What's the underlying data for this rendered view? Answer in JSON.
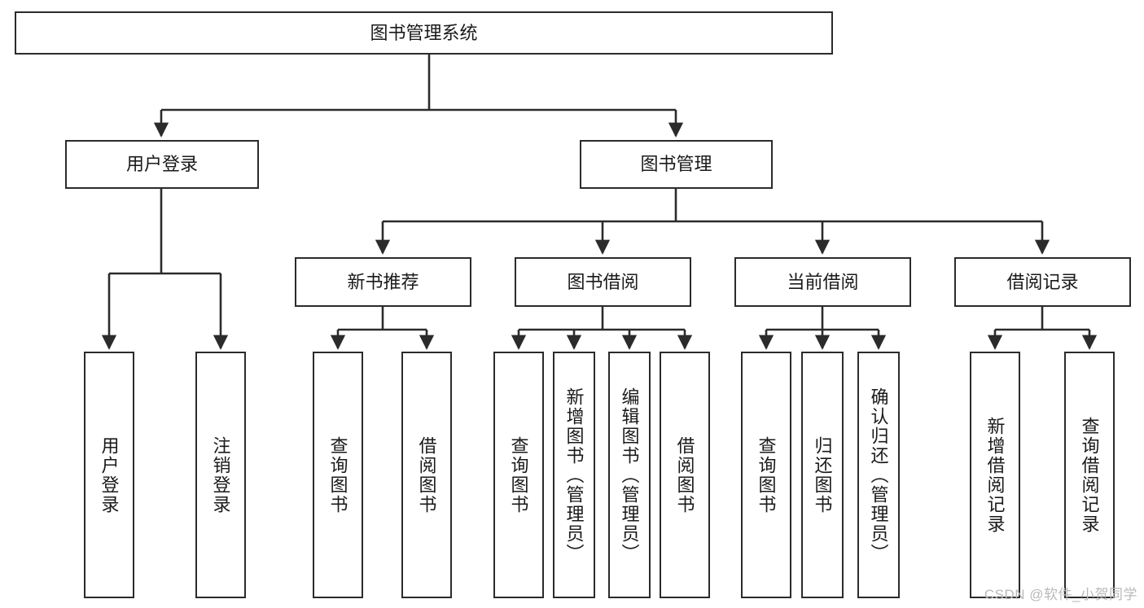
{
  "diagram": {
    "title": "图书管理系统",
    "type": "tree",
    "watermark": "CSDN @软件_小贺同学",
    "colors": {
      "stroke": "#2b2b2b",
      "fill": "#ffffff",
      "text": "#1a1a1a",
      "watermark": "#b9b9b9"
    },
    "nodes": {
      "root": {
        "label": "图书管理系统"
      },
      "level1": [
        {
          "id": "user-login",
          "label": "用户登录"
        },
        {
          "id": "book-manage",
          "label": "图书管理"
        }
      ],
      "level2": [
        {
          "id": "new-book-rec",
          "label": "新书推荐"
        },
        {
          "id": "book-borrow",
          "label": "图书借阅"
        },
        {
          "id": "current-borrow",
          "label": "当前借阅"
        },
        {
          "id": "borrow-record",
          "label": "借阅记录"
        }
      ],
      "leaves": {
        "user-login": [
          {
            "id": "leaf-user-login",
            "label": "用户登录"
          },
          {
            "id": "leaf-logout",
            "label": "注销登录"
          }
        ],
        "new-book-rec": [
          {
            "id": "leaf-query-book-1",
            "label": "查询图书"
          },
          {
            "id": "leaf-borrow-book-1",
            "label": "借阅图书"
          }
        ],
        "book-borrow": [
          {
            "id": "leaf-query-book-2",
            "label": "查询图书"
          },
          {
            "id": "leaf-add-book",
            "label": "新增图书（管理员）"
          },
          {
            "id": "leaf-edit-book",
            "label": "编辑图书（管理员）"
          },
          {
            "id": "leaf-borrow-book-2",
            "label": "借阅图书"
          }
        ],
        "current-borrow": [
          {
            "id": "leaf-query-book-3",
            "label": "查询图书"
          },
          {
            "id": "leaf-return-book",
            "label": "归还图书"
          },
          {
            "id": "leaf-confirm-return",
            "label": "确认归还（管理员）"
          }
        ],
        "borrow-record": [
          {
            "id": "leaf-add-record",
            "label": "新增借阅记录"
          },
          {
            "id": "leaf-query-record",
            "label": "查询借阅记录"
          }
        ]
      }
    }
  }
}
